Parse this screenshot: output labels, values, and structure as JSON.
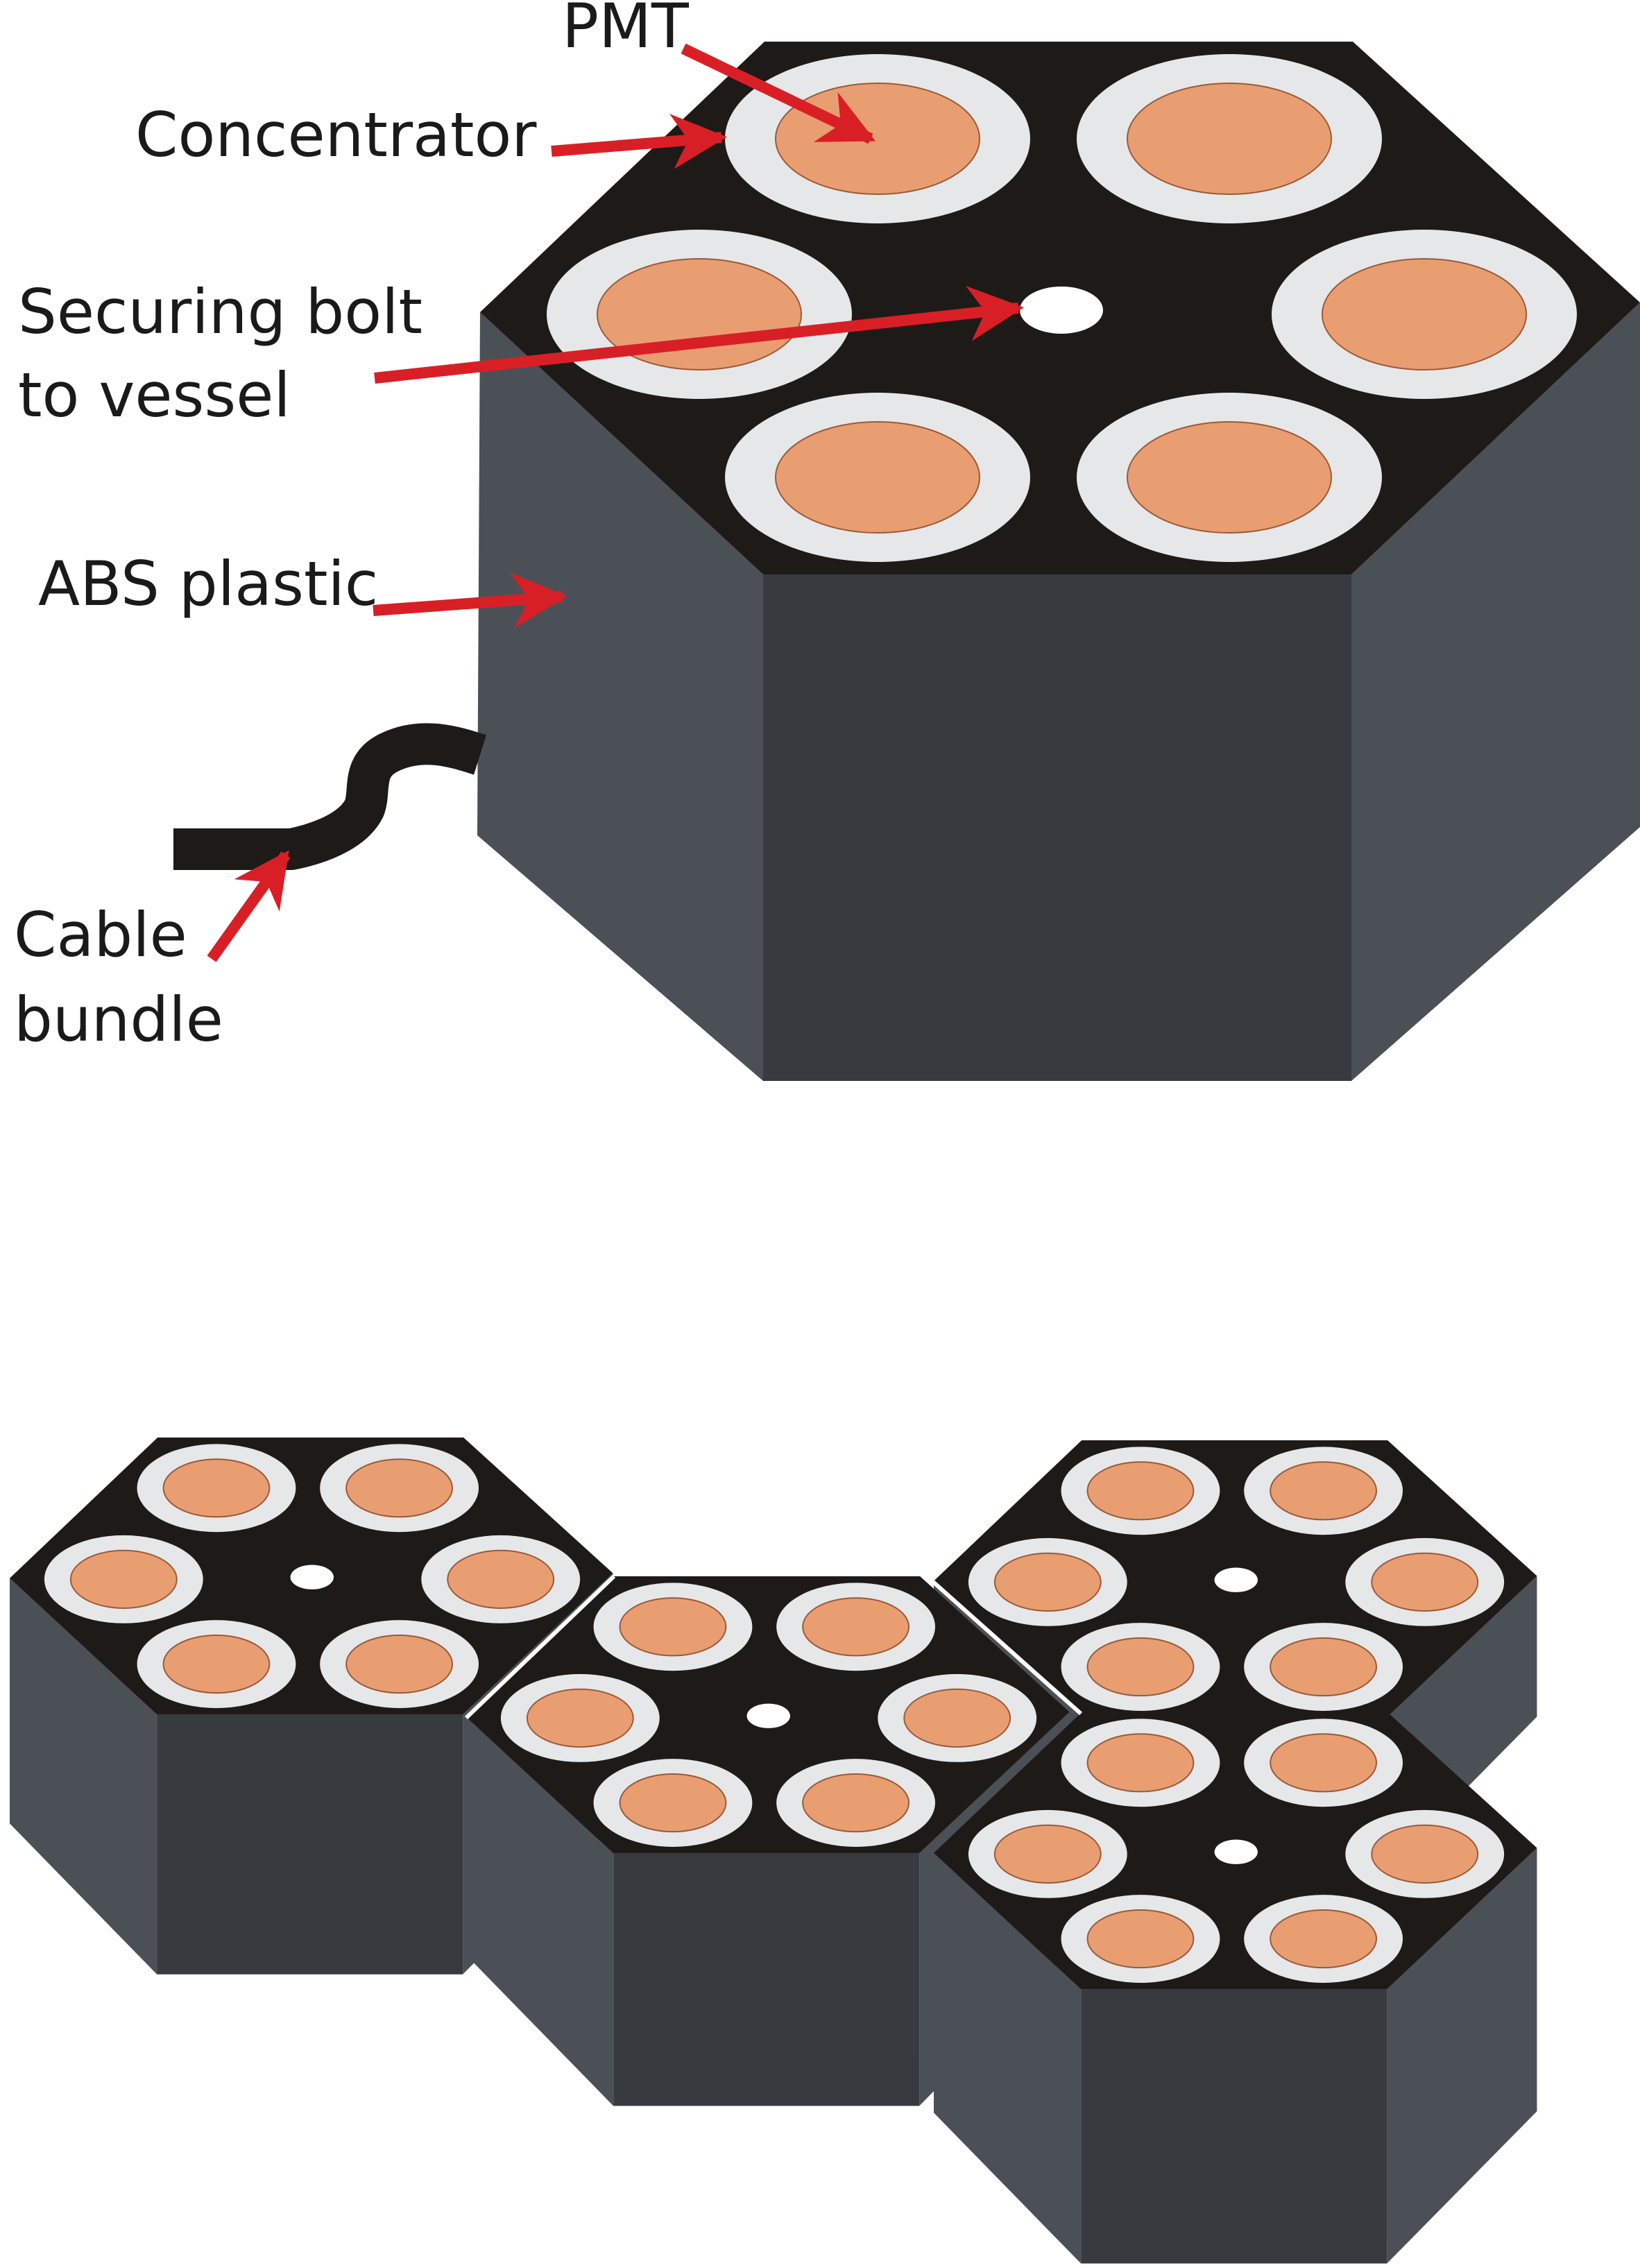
{
  "labels": {
    "pmt": "PMT",
    "concentrator": "Concentrator",
    "securing_bolt_line1": "Securing bolt",
    "securing_bolt_line2": "to vessel",
    "abs_plastic": "ABS plastic",
    "cable_line1": "Cable",
    "cable_line2": "bundle"
  },
  "colors": {
    "top_face": "#1e1a18",
    "left_face": "#4b5056",
    "front_face": "#373a3e",
    "right_face": "#4b5056",
    "concentrator": "#e6e7e8",
    "pmt": "#e99e72",
    "pmt_outline": "#9a5a3a",
    "bolt": "#ffffff",
    "arrow": "#d91f26",
    "cable": "#1e1a18"
  }
}
